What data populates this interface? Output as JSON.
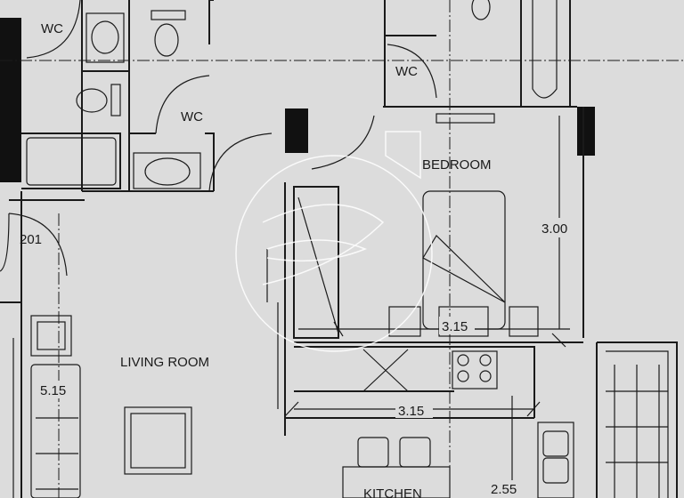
{
  "rooms": {
    "wc_1": "WC",
    "wc_2": "WC",
    "wc_3": "WC",
    "bedroom": "BEDROOM",
    "living_room": "LIVING ROOM",
    "kitchen": "KITCHEN",
    "unit_number": "201"
  },
  "dimensions": {
    "bedroom_height": "3.00",
    "bedroom_width": "3.15",
    "kitchen_width": "3.15",
    "kitchen_depth": "2.55",
    "living_length": "5.15"
  },
  "colors": {
    "background": "#dcdcdc",
    "lines": "#1a1a1a",
    "watermark": "#ffffff"
  }
}
